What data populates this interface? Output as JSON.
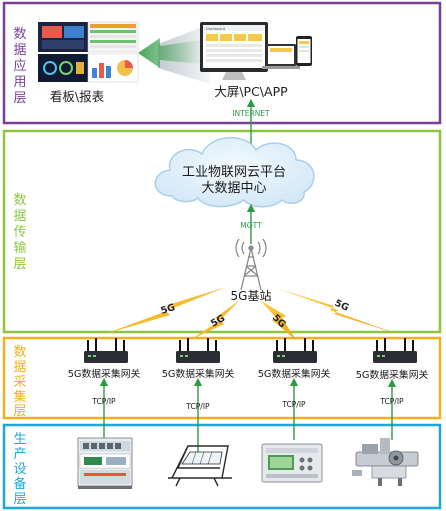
{
  "layers": {
    "application": {
      "label": [
        "数",
        "据",
        "应",
        "用",
        "层"
      ],
      "color": "#7b3f98"
    },
    "transport": {
      "label": [
        "数",
        "据",
        "传",
        "输",
        "层"
      ],
      "color": "#8cc63f"
    },
    "collection": {
      "label": [
        "数",
        "据",
        "采",
        "集",
        "层"
      ],
      "color": "#f2b01e"
    },
    "production": {
      "label": [
        "生",
        "产",
        "设",
        "备",
        "层"
      ],
      "color": "#1ea7d8"
    }
  },
  "application_layer": {
    "dashboard_label": "看板\\报表",
    "screens_label": "大屏\\PC\\APP",
    "dashboard_header": "Dashboard"
  },
  "links": {
    "internet": "INTERNET",
    "mqtt": "MQTT",
    "tcpip": "TCP/IP",
    "g5": "5G"
  },
  "cloud": {
    "line1": "工业物联网云平台",
    "line2": "大数据中心"
  },
  "base_station": {
    "label": "5G基站"
  },
  "gateways": [
    {
      "label": "5G数据采集网关"
    },
    {
      "label": "5G数据采集网关"
    },
    {
      "label": "5G数据采集网关"
    },
    {
      "label": "5G数据采集网关"
    }
  ],
  "colors": {
    "arrow_green": "#2e9a44",
    "bolt_yellow": "#f5b51b",
    "cloud_fill": "#d7ecf8",
    "cloud_stroke": "#a9cfe8"
  }
}
